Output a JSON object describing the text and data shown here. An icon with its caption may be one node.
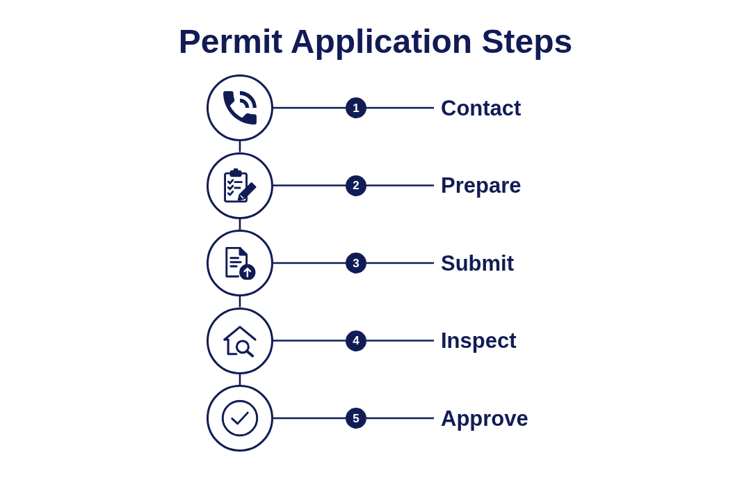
{
  "diagram": {
    "title": "Permit Application Steps",
    "nodes": [
      {
        "text": [],
        "shape": "circle"
      },
      {
        "text": [
          "1"
        ]
      },
      {
        "text": [
          "Contact"
        ]
      },
      {
        "text": [],
        "shape": "circle"
      },
      {
        "text": [
          "2"
        ]
      },
      {
        "text": [
          "Prepare"
        ]
      },
      {
        "text": [],
        "shape": "circle"
      },
      {
        "text": [
          "3"
        ]
      },
      {
        "text": [
          "Submit"
        ]
      },
      {
        "text": [],
        "shape": "circle"
      },
      {
        "text": [
          "4"
        ]
      },
      {
        "text": [
          "Inspect"
        ]
      },
      {
        "text": [],
        "shape": "circle"
      },
      {
        "text": [
          "5"
        ]
      },
      {
        "text": [
          "Approve"
        ]
      }
    ],
    "edges": [
      {
        "from": 0,
        "to": 1,
        "arrow": "none"
      },
      {
        "from": 1,
        "to": 2,
        "arrow": "none"
      },
      {
        "from": 0,
        "to": 3,
        "arrow": "none"
      },
      {
        "from": 3,
        "to": 4,
        "arrow": "none"
      },
      {
        "from": 4,
        "to": 5,
        "arrow": "none"
      },
      {
        "from": 3,
        "to": 6,
        "arrow": "none"
      },
      {
        "from": 6,
        "to": 7,
        "arrow": "none"
      },
      {
        "from": 7,
        "to": 8,
        "arrow": "none"
      },
      {
        "from": 6,
        "to": 9,
        "arrow": "none"
      },
      {
        "from": 9,
        "to": 10,
        "arrow": "none"
      },
      {
        "from": 10,
        "to": 11,
        "arrow": "none"
      },
      {
        "from": 9,
        "to": 12,
        "arrow": "none"
      },
      {
        "from": 12,
        "to": 13,
        "arrow": "none"
      },
      {
        "from": 13,
        "to": 14,
        "arrow": "none"
      }
    ]
  }
}
